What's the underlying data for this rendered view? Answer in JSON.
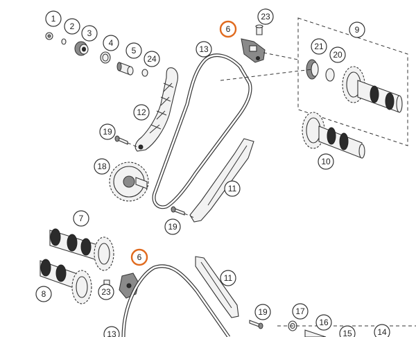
{
  "diagram": {
    "highlight_color": "#e06a1e",
    "callouts": [
      {
        "id": "c1",
        "label": "1"
      },
      {
        "id": "c2",
        "label": "2"
      },
      {
        "id": "c3",
        "label": "3"
      },
      {
        "id": "c4",
        "label": "4"
      },
      {
        "id": "c5",
        "label": "5"
      },
      {
        "id": "c24",
        "label": "24"
      },
      {
        "id": "c6a",
        "label": "6",
        "highlighted": true
      },
      {
        "id": "c23a",
        "label": "23"
      },
      {
        "id": "c13a",
        "label": "13"
      },
      {
        "id": "c9",
        "label": "9"
      },
      {
        "id": "c21",
        "label": "21"
      },
      {
        "id": "c20",
        "label": "20"
      },
      {
        "id": "c12",
        "label": "12"
      },
      {
        "id": "c19a",
        "label": "19"
      },
      {
        "id": "c18",
        "label": "18"
      },
      {
        "id": "c10",
        "label": "10"
      },
      {
        "id": "c11a",
        "label": "11"
      },
      {
        "id": "c19b",
        "label": "19"
      },
      {
        "id": "c7",
        "label": "7"
      },
      {
        "id": "c6b",
        "label": "6",
        "highlighted": true
      },
      {
        "id": "c8",
        "label": "8"
      },
      {
        "id": "c23b",
        "label": "23"
      },
      {
        "id": "c11b",
        "label": "11"
      },
      {
        "id": "c19c",
        "label": "19"
      },
      {
        "id": "c17",
        "label": "17"
      },
      {
        "id": "c16",
        "label": "16"
      },
      {
        "id": "c15",
        "label": "15"
      },
      {
        "id": "c14",
        "label": "14"
      },
      {
        "id": "c13b",
        "label": "13"
      }
    ]
  }
}
